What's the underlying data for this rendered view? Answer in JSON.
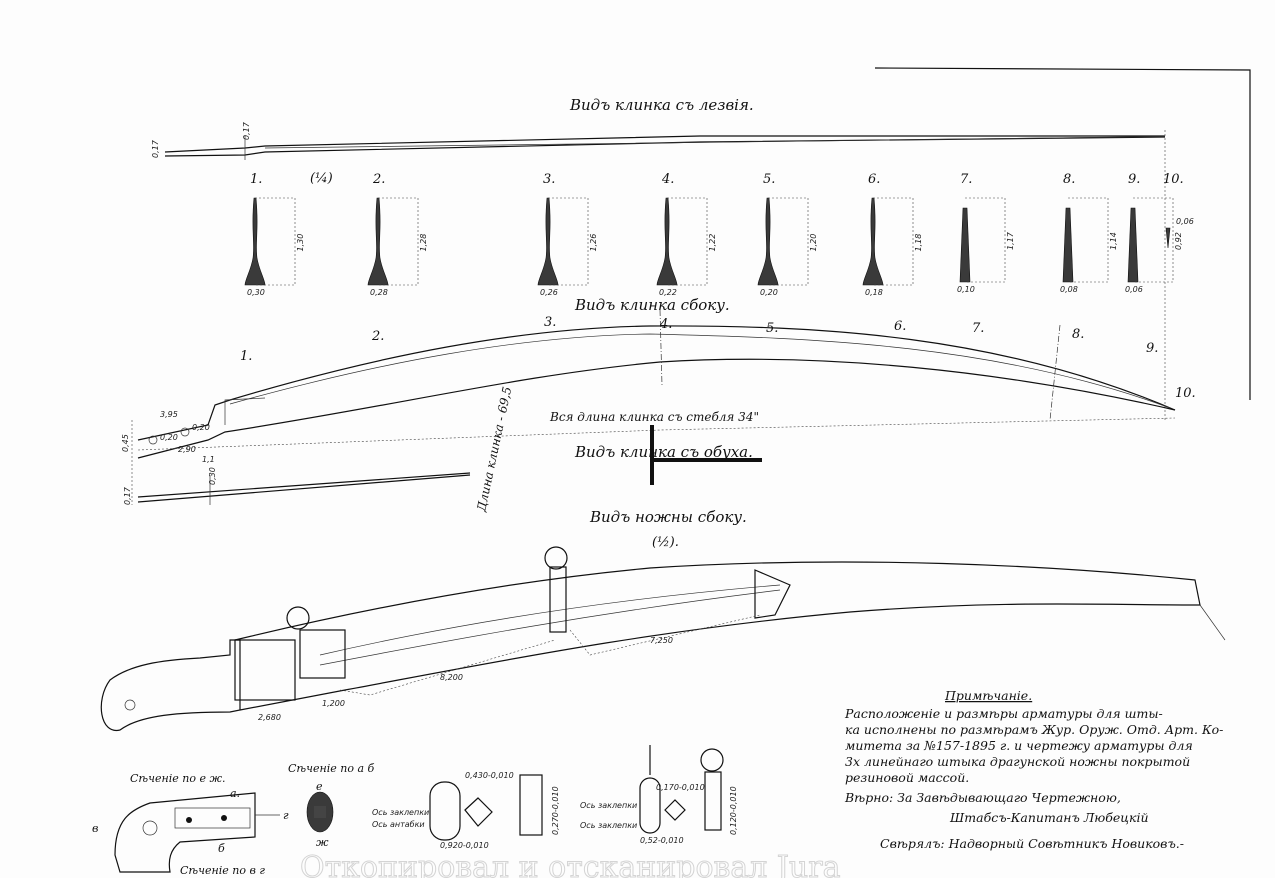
{
  "titles": {
    "blade_edge_view": "Видъ клинка съ лезвія.",
    "blade_side_view": "Видъ клинка сбоку.",
    "blade_back_view": "Видъ клинка съ обуха.",
    "scabbard_side_view": "Видъ ножны сбоку.",
    "scale_quarter": "(¼)",
    "scale_half": "(½)."
  },
  "section_numbers": [
    "1.",
    "2.",
    "3.",
    "4.",
    "5.",
    "6.",
    "7.",
    "8.",
    "9.",
    "10."
  ],
  "side_points": [
    "1.",
    "2.",
    "3.",
    "4.",
    "5.",
    "6.",
    "7.",
    "8.",
    "9.",
    "10."
  ],
  "section_dims": [
    {
      "height": "1,30",
      "base": "0,30"
    },
    {
      "height": "1,28",
      "base": "0,28"
    },
    {
      "height": "1,26",
      "base": "0,26"
    },
    {
      "height": "1,22",
      "base": "0,22"
    },
    {
      "height": "1,20",
      "base": "0,20"
    },
    {
      "height": "1,18",
      "base": "0,18"
    },
    {
      "height": "1,17",
      "base": "0,10"
    },
    {
      "height": "1,14",
      "base": "0,08"
    },
    {
      "height": "0,92",
      "base": "0,06"
    },
    {
      "height": "0,06",
      "base": ""
    }
  ],
  "blade_dims": {
    "tang_length": "3,95",
    "hole_dia_1": "0,20",
    "hole_dia_2": "0,20",
    "tang_offset": "2,90",
    "shoulder": "1,1",
    "tang_width": "0,45",
    "edge_thickness": "0,17",
    "spine": "0,17",
    "back_thickness": "0,30",
    "full_length": "Вся длина клинка съ стебля 34\"",
    "blade_length": "Длина клинка - 69,5"
  },
  "scabbard_dims": [
    "8,200",
    "7,250",
    "2,680",
    "1,200"
  ],
  "sections": {
    "section_ez": "Сѣченіе по е ж.",
    "section_ab": "Сѣченіе по а б",
    "section_vg": "Сѣченіе по в г",
    "letters": [
      "а.",
      "б",
      "в",
      "г",
      "е",
      "ж"
    ],
    "axis_labels": [
      "Ось заклепки",
      "Ось антабки",
      "Ось заклепки",
      "Ось заклепки"
    ],
    "fitting_dims": [
      "0,430-0,010",
      "0,270-0,010",
      "0,920-0,010",
      "0,170-0,010",
      "0,120-0,010",
      "0,52-0,010"
    ]
  },
  "note": {
    "heading": "Примѣчаніе.",
    "lines": [
      "Расположеніе и размѣры арматуры для шты-",
      "ка исполнены по размѣрамъ Жур. Оруж. Отд. Арт. Ко-",
      "митета за №157-1895 г. и чертежу арматуры для",
      "3х линейнаго штыка драгунской ножны покрытой",
      "резиновой массой."
    ],
    "verified": "Вѣрно: За Завѣдывающаго Чертежною,",
    "rank": "Штабсъ-Капитанъ Любецкій",
    "checked": "Свѣрялъ: Надворный Совѣтникъ Новиковъ.-"
  },
  "watermark": "Откопировал и отсканировал Jura"
}
